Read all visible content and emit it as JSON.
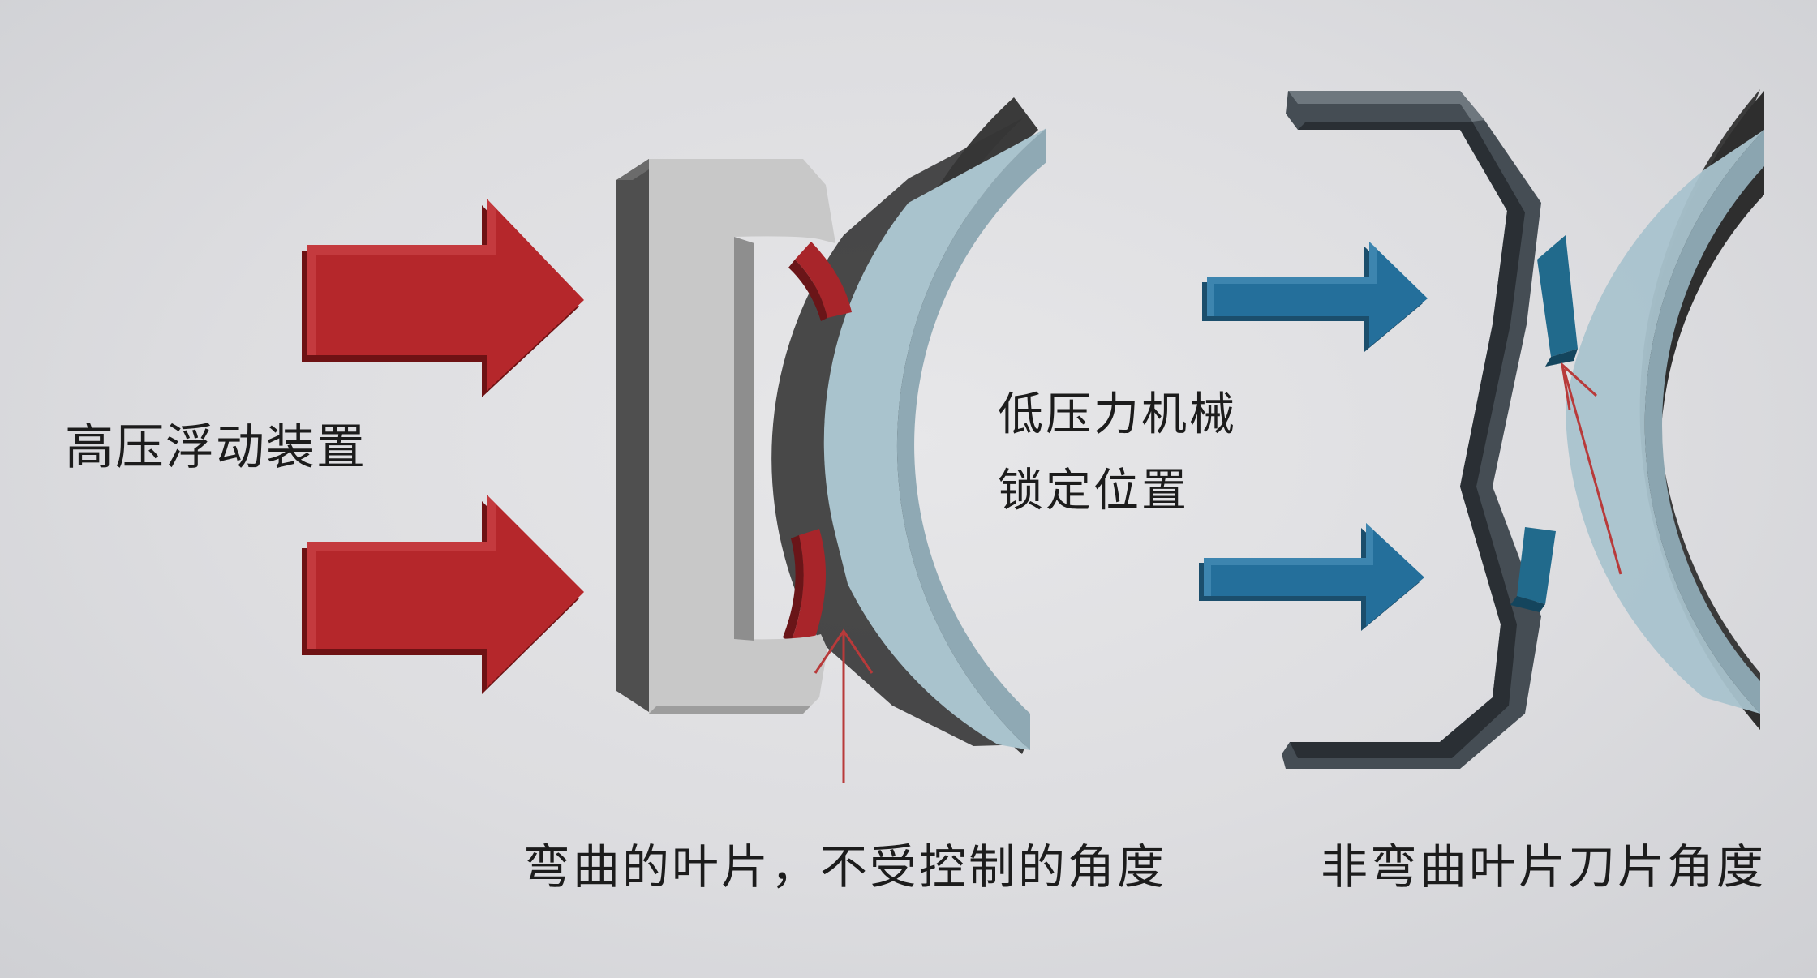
{
  "labels": {
    "high_pressure_floating": "高压浮动装置",
    "low_pressure_lock_line1": "低压力机械",
    "low_pressure_lock_line2": "锁定位置",
    "bent_blade_uncontrolled": "弯曲的叶片，不受控制的角度",
    "unbent_blade_angle": "非弯曲叶片刀片角度"
  },
  "colors": {
    "background": "#dfdfe2",
    "red_arrow": "#b5272b",
    "blue_arrow": "#246f9b",
    "seal_body": "#c8c8c8",
    "seal_shadow": "#4a4a4a",
    "curved_surface": "#a9c3cd",
    "red_blade": "#a8252a",
    "blue_blade": "#216a8c",
    "indicator_line": "#b83a3a"
  },
  "icons": {
    "left_arrows": "red-arrow-right",
    "right_arrows": "blue-arrow-right"
  }
}
